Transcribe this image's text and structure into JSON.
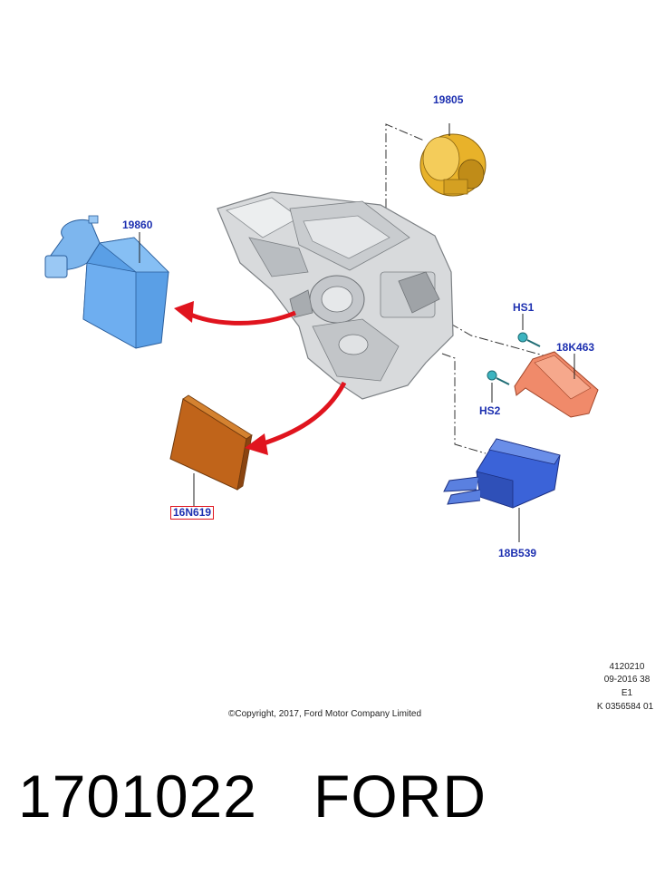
{
  "parts": {
    "blower_motor": "19805",
    "evaporator": "19860",
    "cabin_filter": "16N619",
    "screw_1": "HS1",
    "heater_bracket": "18K463",
    "screw_2": "HS2",
    "heater_core": "18B539"
  },
  "colors": {
    "callout_text": "#1c2fb0",
    "highlight_box": "#e0141e",
    "arrow": "#e0141e",
    "evaporator": "#5a9fe6",
    "cabin_filter": "#c0641a",
    "blower_motor": "#e8b22a",
    "heater_bracket": "#f08a6a",
    "heater_core": "#3b63d8",
    "housing": "#d8dadc"
  },
  "reference": {
    "line1": "4120210",
    "line2": "09-2016 38",
    "line3": "E1",
    "line4": "K 0356584 01"
  },
  "copyright": "©Copyright, 2017, Ford Motor Company Limited",
  "caption": {
    "part_number": "1701022",
    "brand": "FORD"
  }
}
